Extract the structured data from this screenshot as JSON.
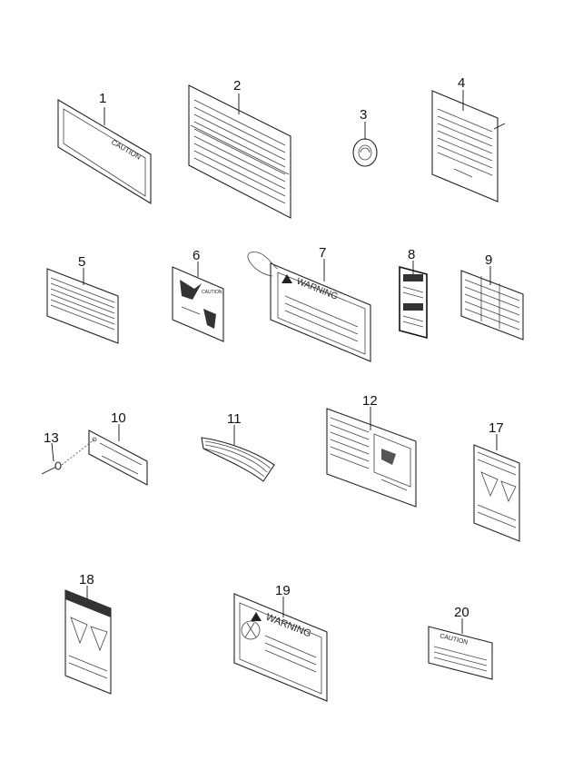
{
  "callouts": {
    "n1": "1",
    "n2": "2",
    "n3": "3",
    "n4": "4",
    "n5": "5",
    "n6": "6",
    "n7": "7",
    "n8": "8",
    "n9": "9",
    "n10": "10",
    "n11": "11",
    "n12": "12",
    "n13": "13",
    "n17": "17",
    "n18": "18",
    "n19": "19",
    "n20": "20"
  },
  "label_text": {
    "caution_1": "CAUTION",
    "caution_6": "CAUTION",
    "warning_7": "WARNING",
    "warning_19": "WARNING",
    "caution_20": "CAUTION"
  },
  "colors": {
    "line": "#222222",
    "background": "#ffffff"
  }
}
